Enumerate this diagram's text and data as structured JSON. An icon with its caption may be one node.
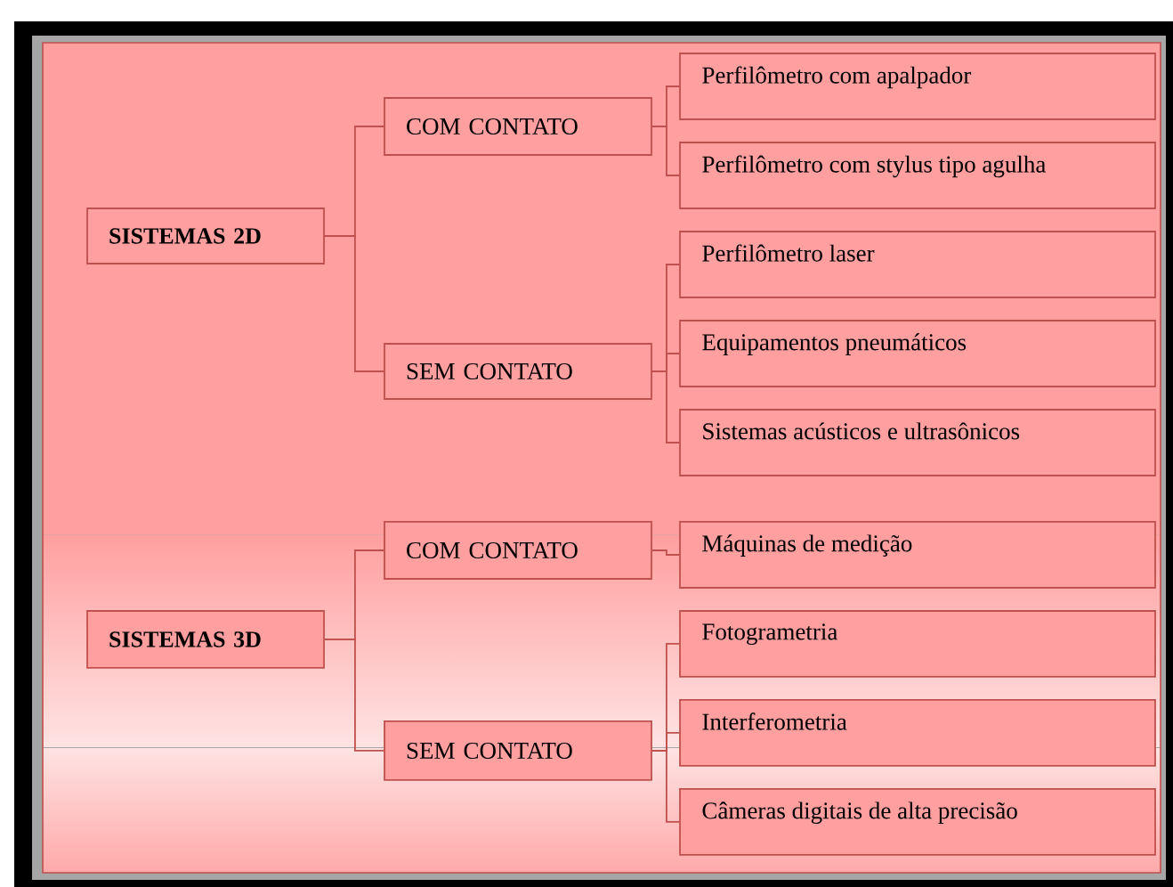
{
  "diagram": {
    "nodes": [
      {
        "text": [
          "SISTEMAS 2D"
        ]
      },
      {
        "text": [
          "COM CONTATO"
        ]
      },
      {
        "text": [
          "Perfilômetro com apalpador"
        ]
      },
      {
        "text": [
          "Perfilômetro com stylus tipo agulha"
        ]
      },
      {
        "text": [
          "SEM CONTATO"
        ]
      },
      {
        "text": [
          "Perfilômetro laser"
        ]
      },
      {
        "text": [
          "Equipamentos pneumáticos"
        ]
      },
      {
        "text": [
          "Sistemas acústicos e ultrasônicos"
        ]
      },
      {
        "text": [
          "SISTEMAS 3D"
        ]
      },
      {
        "text": [
          "COM CONTATO"
        ]
      },
      {
        "text": [
          "Máquinas de medição"
        ]
      },
      {
        "text": [
          "SEM CONTATO"
        ]
      },
      {
        "text": [
          "Fotogrametria"
        ]
      },
      {
        "text": [
          "Interferometria"
        ]
      },
      {
        "text": [
          "Câmeras digitais de alta precisão"
        ]
      }
    ],
    "edges": [
      {
        "from": 0,
        "to": 1,
        "arrow": "none"
      },
      {
        "from": 0,
        "to": 4,
        "arrow": "none"
      },
      {
        "from": 1,
        "to": 2,
        "arrow": "none"
      },
      {
        "from": 1,
        "to": 3,
        "arrow": "none"
      },
      {
        "from": 4,
        "to": 5,
        "arrow": "none"
      },
      {
        "from": 4,
        "to": 6,
        "arrow": "none"
      },
      {
        "from": 4,
        "to": 7,
        "arrow": "none"
      },
      {
        "from": 8,
        "to": 9,
        "arrow": "none"
      },
      {
        "from": 8,
        "to": 11,
        "arrow": "none"
      },
      {
        "from": 9,
        "to": 10,
        "arrow": "none"
      },
      {
        "from": 11,
        "to": 12,
        "arrow": "none"
      },
      {
        "from": 11,
        "to": 13,
        "arrow": "none"
      },
      {
        "from": 11,
        "to": 14,
        "arrow": "none"
      }
    ]
  }
}
